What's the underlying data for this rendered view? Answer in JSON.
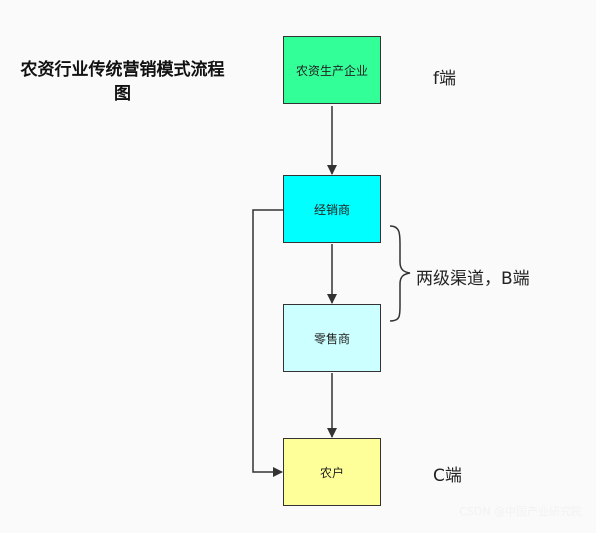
{
  "title": "农资行业传统营销模式流程图",
  "nodes": {
    "manufacturer": {
      "label": "农资生产企业",
      "color": "#33ff99"
    },
    "distributor": {
      "label": "经销商",
      "color": "#00ffff"
    },
    "retailer": {
      "label": "零售商",
      "color": "#ccffff"
    },
    "farmer": {
      "label": "农户",
      "color": "#ffff99"
    }
  },
  "annotations": {
    "f_end": "f端",
    "b_end": "两级渠道，B端",
    "c_end": "C端"
  },
  "watermark": "CSDN @中国产业研究院"
}
